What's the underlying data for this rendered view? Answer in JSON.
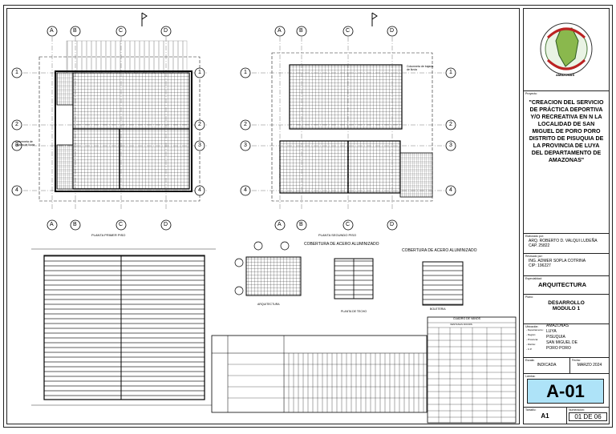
{
  "plans": {
    "planta_primer_piso": "PLANTA PRIMER PISO",
    "planta_segundo_piso": "PLANTA SEGUNDO PISO",
    "columnas": [
      "A",
      "B",
      "C",
      "D"
    ],
    "filas": [
      "1",
      "2",
      "3",
      "4"
    ],
    "nota_columneta": "Columneta de bajada de lluvia"
  },
  "details": {
    "cobertura_aluminizado_1": "COBERTURA DE ACERO ALUMINIZADO",
    "cobertura_aluminizado_2": "COBERTURA DE ACERO ALUMINIZADO",
    "arquitectura": "ARQUITECTURA",
    "planta_techo": "PLANTA DE TECHO",
    "boleteria": "BOLETERIA"
  },
  "cuadro_vanos": {
    "title": "CUADRO DE VANOS",
    "subtitle": "VENTANAS DOORS"
  },
  "title_block": {
    "proyecto_caption": "Proyecto:",
    "proyecto": "\"CREACION DEL SERVICIO DE PRÁCTICA DEPORTIVA Y/O RECREATIVA EN N LA LOCALIDAD DE SAN MIGUEL DE PORO PORO DISTRITO DE PISUQUIA DE LA PROVINCIA DE LUYA DEL DEPARTAMENTO DE AMAZONAS\"",
    "elaborado_caption": "Elaborado por:",
    "elaborado": "ARQ. ROBERTO D. VALQUI LUDEÑA",
    "elaborado_cap": "CAP. 25822",
    "revisado_caption": "Revisado por:",
    "revisado": "ING. ADMER SOPLA COTRINA",
    "revisado_cip": "CIP: 196227",
    "especialidad_caption": "Especialidad:",
    "especialidad": "ARQUITECTURA",
    "plano_caption": "Plano:",
    "plano_line1": "DESARROLLO",
    "plano_line2": "MODULO 1",
    "ubicacion_caption": "Ubicación:",
    "ubicacion": [
      {
        "k": "- Departamento:",
        "v": "AMAZONAS"
      },
      {
        "k": "- Región:",
        "v": "LUYA"
      },
      {
        "k": "- Provincia:",
        "v": "PISUQUIA"
      },
      {
        "k": "- Distrito:",
        "v": "SAN MIGUEL DE"
      },
      {
        "k": "- C.P.",
        "v": "PORO PORO"
      }
    ],
    "escala_caption": "Escala:",
    "escala": "INDICADA",
    "fecha_caption": "Fecha:",
    "fecha": "MARZO 2024",
    "lamina_caption": "Lámina:",
    "lamina": "A-01",
    "tamano_caption": "Tamaño:",
    "tamano": "A1",
    "numero_caption": "Numeración:",
    "numero": "01 DE 06",
    "logo_text": "AMAZONAS"
  }
}
